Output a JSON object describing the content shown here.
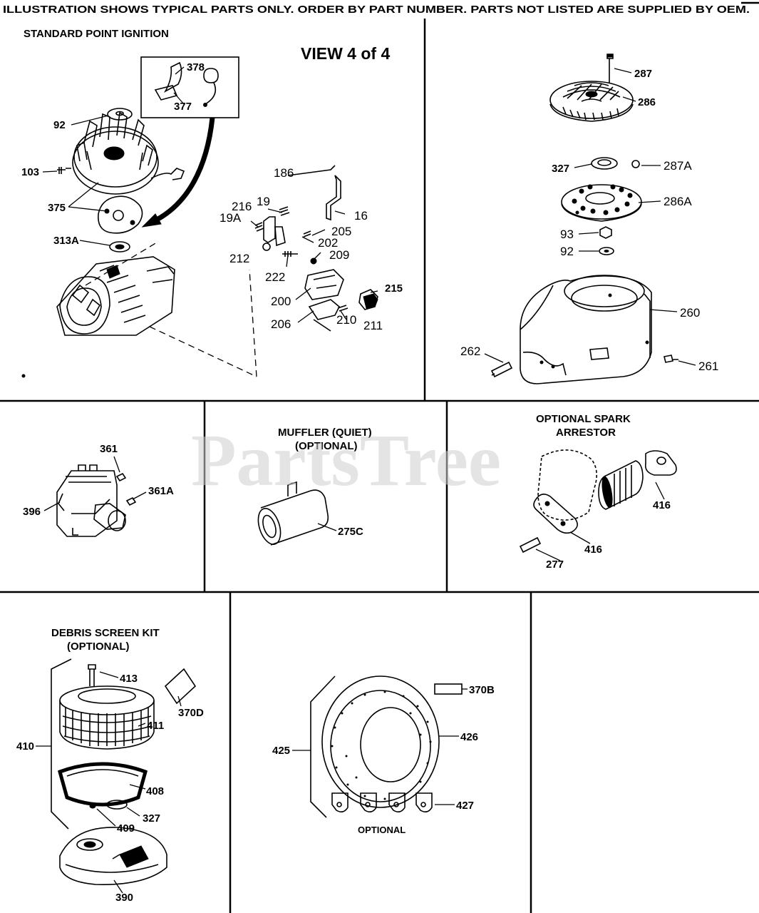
{
  "banner": "ILLUSTRATION SHOWS TYPICAL PARTS ONLY. ORDER BY PART NUMBER. PARTS NOT LISTED ARE SUPPLIED BY OEM.",
  "view_label": "VIEW 4 of 4",
  "watermark": "PartsTree",
  "sections": {
    "ignition": "STANDARD POINT IGNITION",
    "muffler": [
      "MUFFLER (QUIET)",
      "(OPTIONAL)"
    ],
    "spark": [
      "OPTIONAL SPARK",
      "ARRESTOR"
    ],
    "debris": [
      "DEBRIS SCREEN KIT",
      "(OPTIONAL)"
    ],
    "optional": "OPTIONAL"
  },
  "parts": {
    "p378": "378",
    "p377": "377",
    "p92a": "92",
    "p103": "103",
    "p375": "375",
    "p313A": "313A",
    "p186": "186",
    "p216": "216",
    "p19": "19",
    "p19A": "19A",
    "p16": "16",
    "p205": "205",
    "p202": "202",
    "p209": "209",
    "p212": "212",
    "p222": "222",
    "p215": "215",
    "p200": "200",
    "p206": "206",
    "p210": "210",
    "p211": "211",
    "p287": "287",
    "p286": "286",
    "p327a": "327",
    "p287A": "287A",
    "p286A": "286A",
    "p93": "93",
    "p92b": "92",
    "p260": "260",
    "p262": "262",
    "p261": "261",
    "p361": "361",
    "p361A": "361A",
    "p396": "396",
    "p275C": "275C",
    "p416a": "416",
    "p416b": "416",
    "p277": "277",
    "p413": "413",
    "p370D": "370D",
    "p411": "411",
    "p410": "410",
    "p408": "408",
    "p327b": "327",
    "p409": "409",
    "p390": "390",
    "p370B": "370B",
    "p426": "426",
    "p425": "425",
    "p427": "427"
  }
}
